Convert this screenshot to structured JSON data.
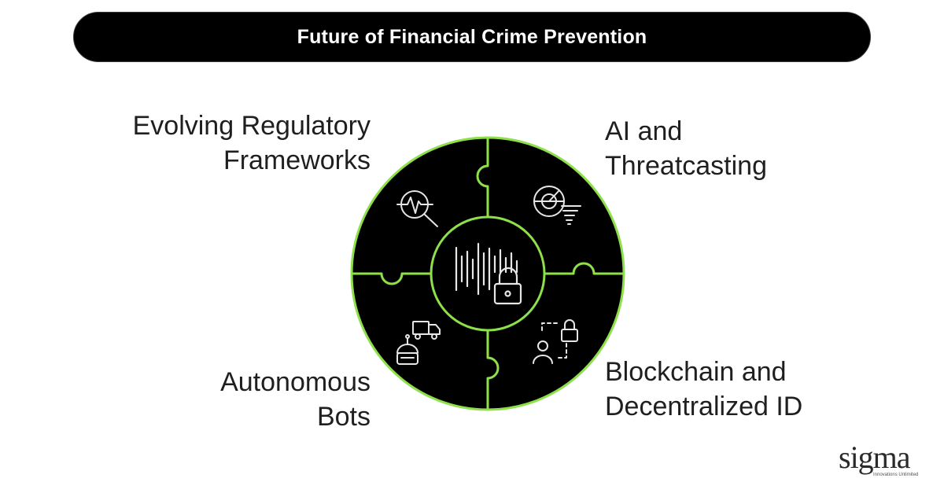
{
  "title": "Future of Financial Crime Prevention",
  "segments": [
    {
      "position": "top-left",
      "lines": [
        "Evolving Regulatory",
        "Frameworks"
      ],
      "icon": "magnifier-pulse-icon"
    },
    {
      "position": "top-right",
      "lines": [
        "AI and",
        "Threatcasting"
      ],
      "icon": "radar-tornado-icon"
    },
    {
      "position": "bottom-left",
      "lines": [
        "Autonomous",
        "Bots"
      ],
      "icon": "robot-truck-icon"
    },
    {
      "position": "bottom-right",
      "lines": [
        "Blockchain and",
        "Decentralized ID"
      ],
      "icon": "user-lock-icon"
    }
  ],
  "center_icon": "soundwave-lock-icon",
  "colors": {
    "accent": "#8ee04a",
    "disc": "#000000",
    "text": "#1f1f1f",
    "title_text": "#ffffff"
  },
  "logo": {
    "word": "sigma",
    "tagline": "Innovations Unlimited"
  }
}
